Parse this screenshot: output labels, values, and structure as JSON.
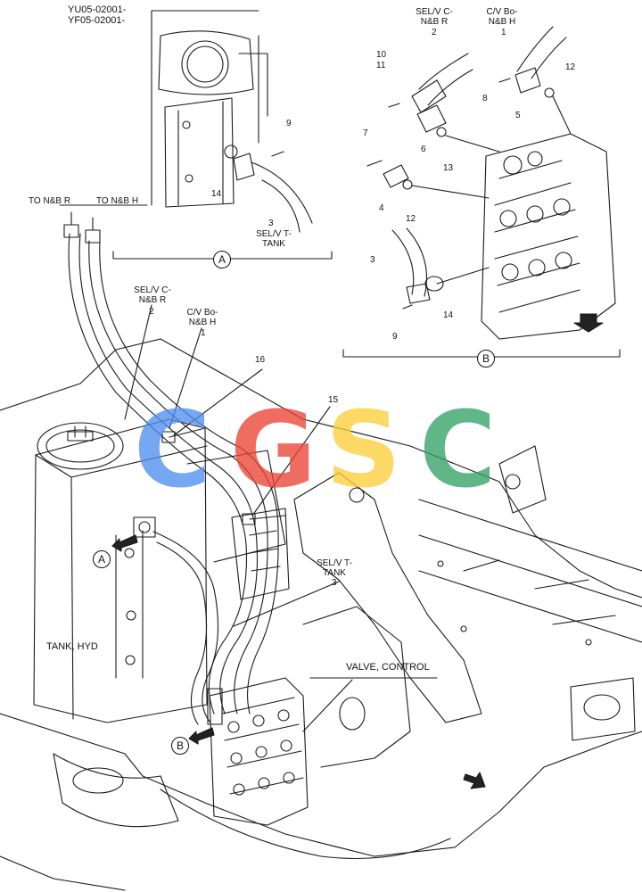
{
  "header": {
    "code_1": "YU05-02001-",
    "code_2": "YF05-02001-"
  },
  "callouts": {
    "to_nb_r": "TO N&B R",
    "to_nb_h": "TO N&B H",
    "sel_c_nbr_1": "SEL/V C-",
    "sel_c_nbr_2": "N&B R",
    "cv_bo_nbh_1": "C/V Bo-",
    "cv_bo_nbh_2": "N&B H",
    "sel_t_tank_1": "SEL/V T-",
    "sel_t_tank_2": "TANK",
    "tank_hyd": "TANK, HYD",
    "valve_control": "VALVE, CONTROL"
  },
  "view_labels": {
    "a": "A",
    "b": "B"
  },
  "part_numbers": {
    "p1": "1",
    "p2": "2",
    "p3": "3",
    "p4": "4",
    "p5": "5",
    "p6": "6",
    "p7": "7",
    "p8": "8",
    "p9": "9",
    "p10": "10",
    "p11": "11",
    "p12": "12",
    "p13": "13",
    "p14": "14",
    "p15": "15",
    "p16": "16"
  },
  "watermark": {
    "letters": [
      "C",
      "G",
      "S",
      "C"
    ],
    "colors": [
      "#4f8ef0",
      "#ea4335",
      "#fbcd3a",
      "#34a267"
    ]
  }
}
